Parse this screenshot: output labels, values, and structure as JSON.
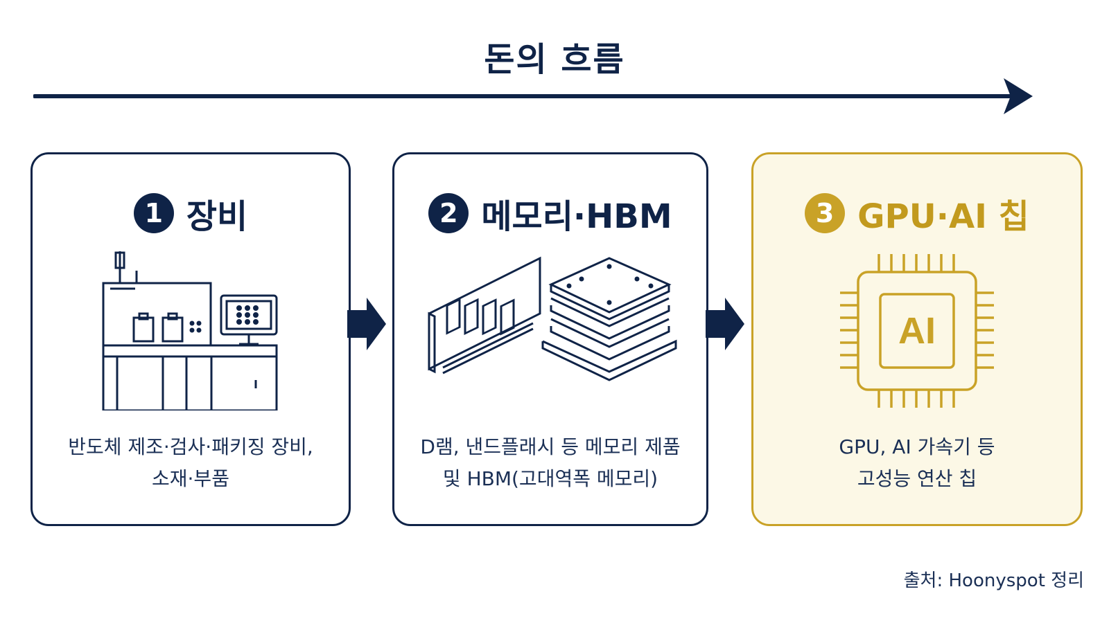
{
  "title": "돈의 흐름",
  "cards": [
    {
      "number": "1",
      "title": "장비",
      "icon": "semiconductor-equipment-icon",
      "description": [
        "반도체 제조·검사·패키징 장비,",
        "소재·부품"
      ]
    },
    {
      "number": "2",
      "title": "메모리·HBM",
      "icon": "memory-hbm-icon",
      "description": [
        "D램, 낸드플래시 등 메모리 제품",
        "및 HBM(고대역폭 메모리)"
      ]
    },
    {
      "number": "3",
      "title": "GPU·AI 칩",
      "icon": "ai-chip-icon",
      "chip_label": "AI",
      "description": [
        "GPU, AI 가속기 등",
        "고성능 연산 칩"
      ]
    }
  ],
  "source": "출처: Hoonyspot 정리",
  "colors": {
    "navy": "#0f2347",
    "gold": "#c9a227",
    "highlight_bg": "#fcf8e6"
  }
}
